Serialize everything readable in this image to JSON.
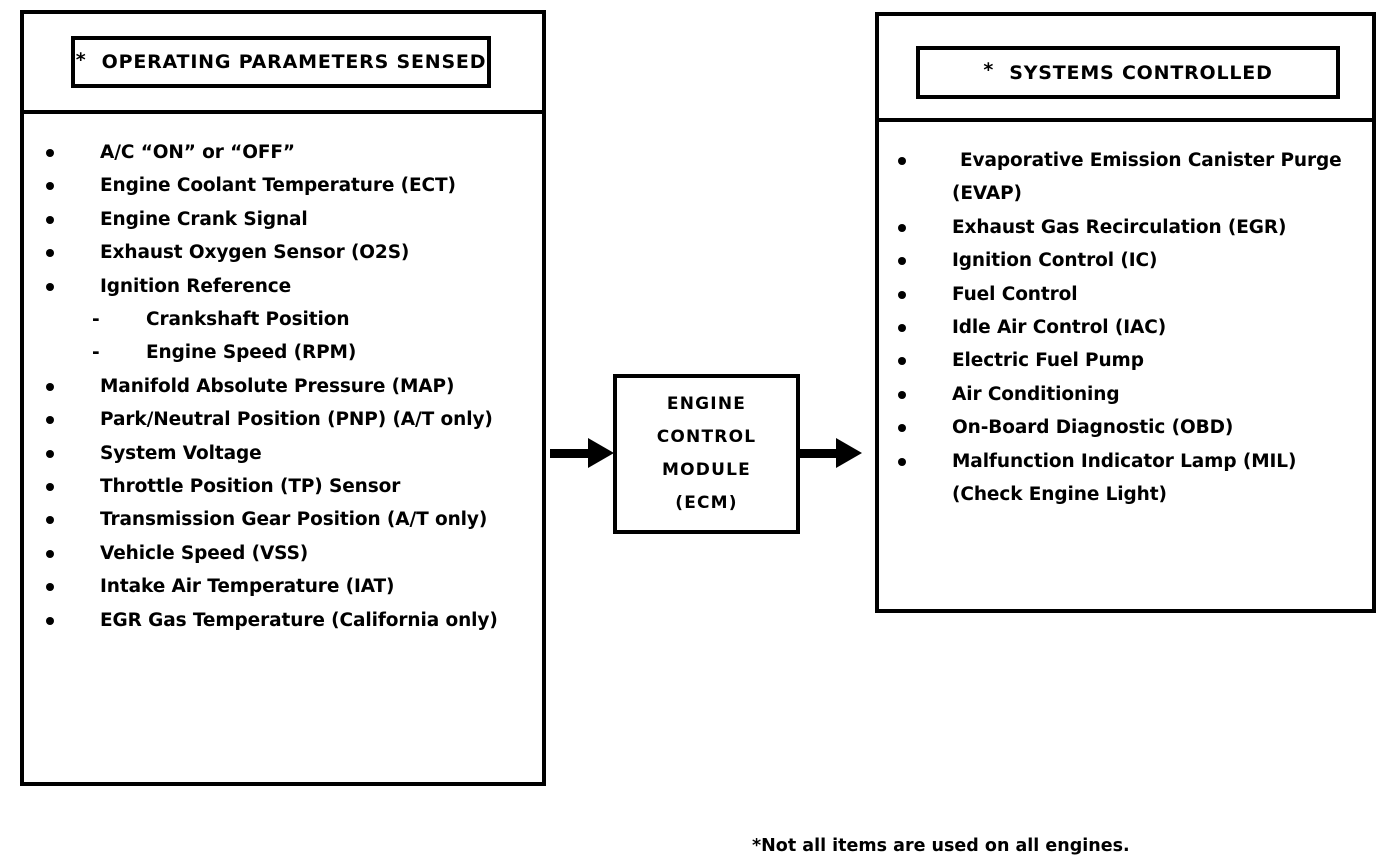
{
  "diagram": {
    "footnote": "*Not all items are used on all engines.",
    "colors": {
      "ink": "#000000",
      "paper": "#ffffff"
    }
  },
  "left_panel": {
    "header": {
      "star": "*",
      "title": "OPERATING PARAMETERS SENSED"
    },
    "items": [
      {
        "marker": "bullet",
        "text": "A/C “ON” or “OFF”"
      },
      {
        "marker": "bullet",
        "text": "Engine Coolant Temperature (ECT)"
      },
      {
        "marker": "bullet",
        "text": "Engine Crank Signal"
      },
      {
        "marker": "bullet",
        "text": "Exhaust Oxygen Sensor (O2S)"
      },
      {
        "marker": "bullet",
        "text": "Ignition Reference"
      },
      {
        "marker": "dash",
        "text": "Crankshaft Position"
      },
      {
        "marker": "dash",
        "text": "Engine Speed (RPM)"
      },
      {
        "marker": "bullet",
        "text": "Manifold Absolute Pressure  (MAP)"
      },
      {
        "marker": "bullet",
        "text": "Park/Neutral Position (PNP) (A/T only)"
      },
      {
        "marker": "bullet",
        "text": "System Voltage"
      },
      {
        "marker": "bullet",
        "text": "Throttle Position (TP) Sensor"
      },
      {
        "marker": "bullet",
        "text": "Transmission Gear Position (A/T only)"
      },
      {
        "marker": "bullet",
        "text": "Vehicle Speed (VSS)"
      },
      {
        "marker": "bullet",
        "text": "Intake Air Temperature (IAT)"
      },
      {
        "marker": "bullet",
        "text": "EGR Gas Temperature (California only)"
      }
    ]
  },
  "center": {
    "ecm_lines": [
      "ENGINE",
      "CONTROL",
      "MODULE",
      "(ECM)"
    ]
  },
  "right_panel": {
    "header": {
      "star": "*",
      "title": "SYSTEMS CONTROLLED"
    },
    "items": [
      {
        "marker": "bullet-wide",
        "text": "Evaporative Emission Canister Purge"
      },
      {
        "marker": "none",
        "text": "(EVAP)"
      },
      {
        "marker": "bullet",
        "text": "Exhaust Gas Recirculation (EGR)"
      },
      {
        "marker": "bullet",
        "text": "Ignition Control (IC)"
      },
      {
        "marker": "bullet",
        "text": "Fuel Control"
      },
      {
        "marker": "bullet",
        "text": "Idle Air Control (IAC)"
      },
      {
        "marker": "bullet",
        "text": "Electric Fuel Pump"
      },
      {
        "marker": "bullet",
        "text": "Air Conditioning"
      },
      {
        "marker": "bullet",
        "text": "On-Board Diagnostic (OBD)"
      },
      {
        "marker": "bullet",
        "text": "Malfunction Indicator Lamp (MIL)"
      },
      {
        "marker": "none",
        "text": "(Check Engine Light)"
      }
    ]
  }
}
